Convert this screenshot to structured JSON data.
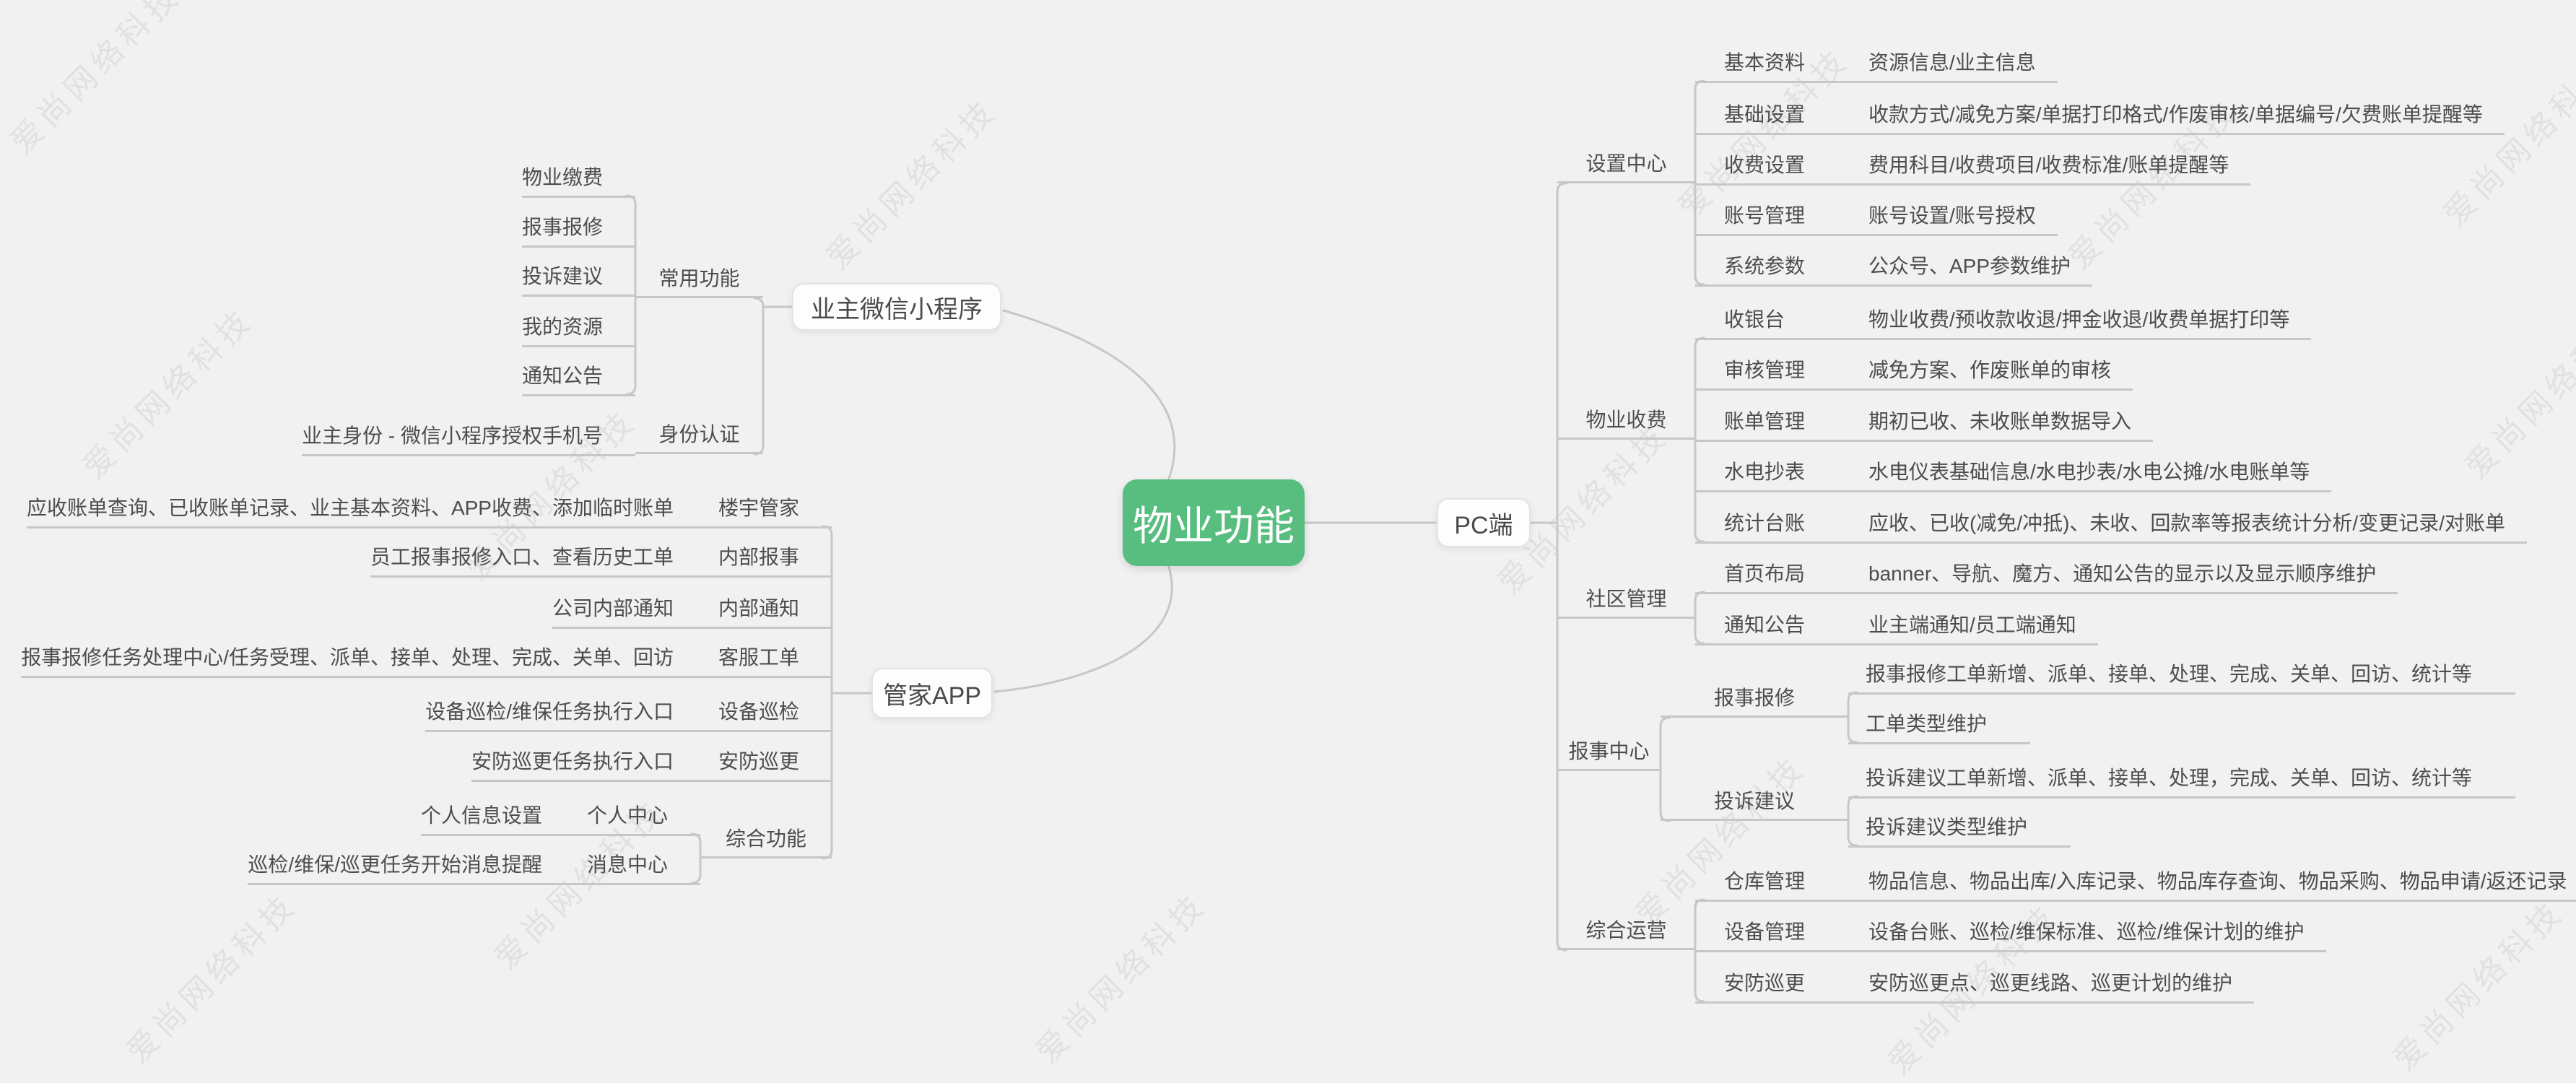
{
  "watermark": {
    "text": "爱尚网络科技"
  },
  "colors": {
    "root_bg": "#58be80",
    "line": "#c7c7c7",
    "canvas_bg": "#f1f1f2",
    "node_bg": "#fdfdfd"
  },
  "root": {
    "label": "物业功能"
  },
  "left": {
    "wechat": {
      "label": "业主微信小程序",
      "groups": [
        {
          "label": "常用功能",
          "leaves": [
            "物业缴费",
            "报事报修",
            "投诉建议",
            "我的资源",
            "通知公告"
          ]
        },
        {
          "label": "身份认证",
          "leaves": [
            "业主身份 - 微信小程序授权手机号"
          ]
        }
      ]
    },
    "app": {
      "label": "管家APP",
      "rows": [
        {
          "label": "楼宇管家",
          "desc": "应收账单查询、已收账单记录、业主基本资料、APP收费、添加临时账单"
        },
        {
          "label": "内部报事",
          "desc": "员工报事报修入口、查看历史工单"
        },
        {
          "label": "内部通知",
          "desc": "公司内部通知"
        },
        {
          "label": "客服工单",
          "desc": "报事报修任务处理中心/任务受理、派单、接单、处理、完成、关单、回访"
        },
        {
          "label": "设备巡检",
          "desc": "设备巡检/维保任务执行入口"
        },
        {
          "label": "安防巡更",
          "desc": "安防巡更任务执行入口"
        }
      ],
      "misc": {
        "label": "综合功能",
        "rows": [
          {
            "label": "个人中心",
            "desc": "个人信息设置"
          },
          {
            "label": "消息中心",
            "desc": "巡检/维保/巡更任务开始消息提醒"
          }
        ]
      }
    }
  },
  "right": {
    "pc": {
      "label": "PC端"
    },
    "branches": [
      {
        "label": "设置中心",
        "rows": [
          {
            "label": "基本资料",
            "desc": "资源信息/业主信息"
          },
          {
            "label": "基础设置",
            "desc": "收款方式/减免方案/单据打印格式/作废审核/单据编号/欠费账单提醒等"
          },
          {
            "label": "收费设置",
            "desc": "费用科目/收费项目/收费标准/账单提醒等"
          },
          {
            "label": "账号管理",
            "desc": "账号设置/账号授权"
          },
          {
            "label": "系统参数",
            "desc": "公众号、APP参数维护"
          }
        ]
      },
      {
        "label": "物业收费",
        "rows": [
          {
            "label": "收银台",
            "desc": "物业收费/预收款收退/押金收退/收费单据打印等"
          },
          {
            "label": "审核管理",
            "desc": "减免方案、作废账单的审核"
          },
          {
            "label": "账单管理",
            "desc": "期初已收、未收账单数据导入"
          },
          {
            "label": "水电抄表",
            "desc": "水电仪表基础信息/水电抄表/水电公摊/水电账单等"
          },
          {
            "label": "统计台账",
            "desc": "应收、已收(减免/冲抵)、未收、回款率等报表统计分析/变更记录/对账单"
          }
        ]
      },
      {
        "label": "社区管理",
        "rows": [
          {
            "label": "首页布局",
            "desc": "banner、导航、魔方、通知公告的显示以及显示顺序维护"
          },
          {
            "label": "通知公告",
            "desc": "业主端通知/员工端通知"
          }
        ]
      },
      {
        "label": "报事中心",
        "subs": [
          {
            "label": "报事报修",
            "leaves": [
              "报事报修工单新增、派单、接单、处理、完成、关单、回访、统计等",
              "工单类型维护"
            ]
          },
          {
            "label": "投诉建议",
            "leaves": [
              "投诉建议工单新增、派单、接单、处理，完成、关单、回访、统计等",
              "投诉建议类型维护"
            ]
          }
        ]
      },
      {
        "label": "综合运营",
        "rows": [
          {
            "label": "仓库管理",
            "desc": "物品信息、物品出库/入库记录、物品库存查询、物品采购、物品申请/返还记录"
          },
          {
            "label": "设备管理",
            "desc": "设备台账、巡检/维保标准、巡检/维保计划的维护"
          },
          {
            "label": "安防巡更",
            "desc": "安防巡更点、巡更线路、巡更计划的维护"
          }
        ]
      }
    ]
  }
}
